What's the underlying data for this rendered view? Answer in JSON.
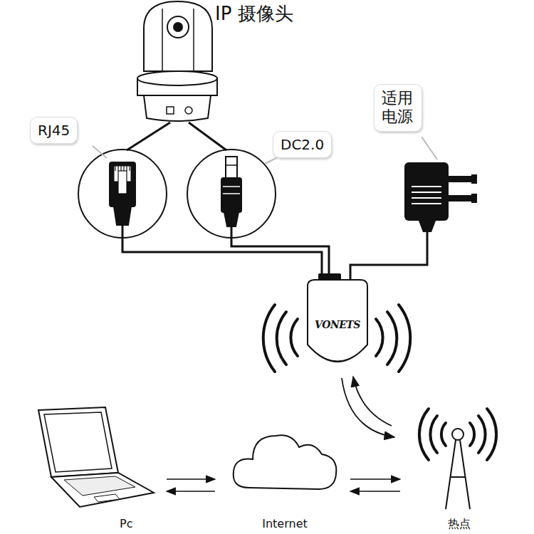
{
  "diagram": {
    "nodes": [
      {
        "text": [
          "IP 摄像头"
        ]
      },
      {
        "text": [
          "RJ45"
        ]
      },
      {
        "text": [
          "DC2.0"
        ]
      },
      {
        "text": [
          "适用 电源"
        ]
      },
      {
        "text": [
          "VONETS"
        ]
      },
      {
        "text": [
          "Pc"
        ]
      },
      {
        "text": [
          "Internet"
        ]
      },
      {
        "text": [
          "热点"
        ]
      }
    ],
    "edges": [
      {
        "from": 0,
        "to": 4,
        "arrow": "none"
      },
      {
        "from": 0,
        "to": 4,
        "arrow": "none"
      },
      {
        "from": 5,
        "to": 6,
        "arrow": "both"
      },
      {
        "from": 6,
        "to": 7,
        "arrow": "both"
      },
      {
        "from": 4,
        "to": 7,
        "arrow": "both"
      }
    ]
  }
}
